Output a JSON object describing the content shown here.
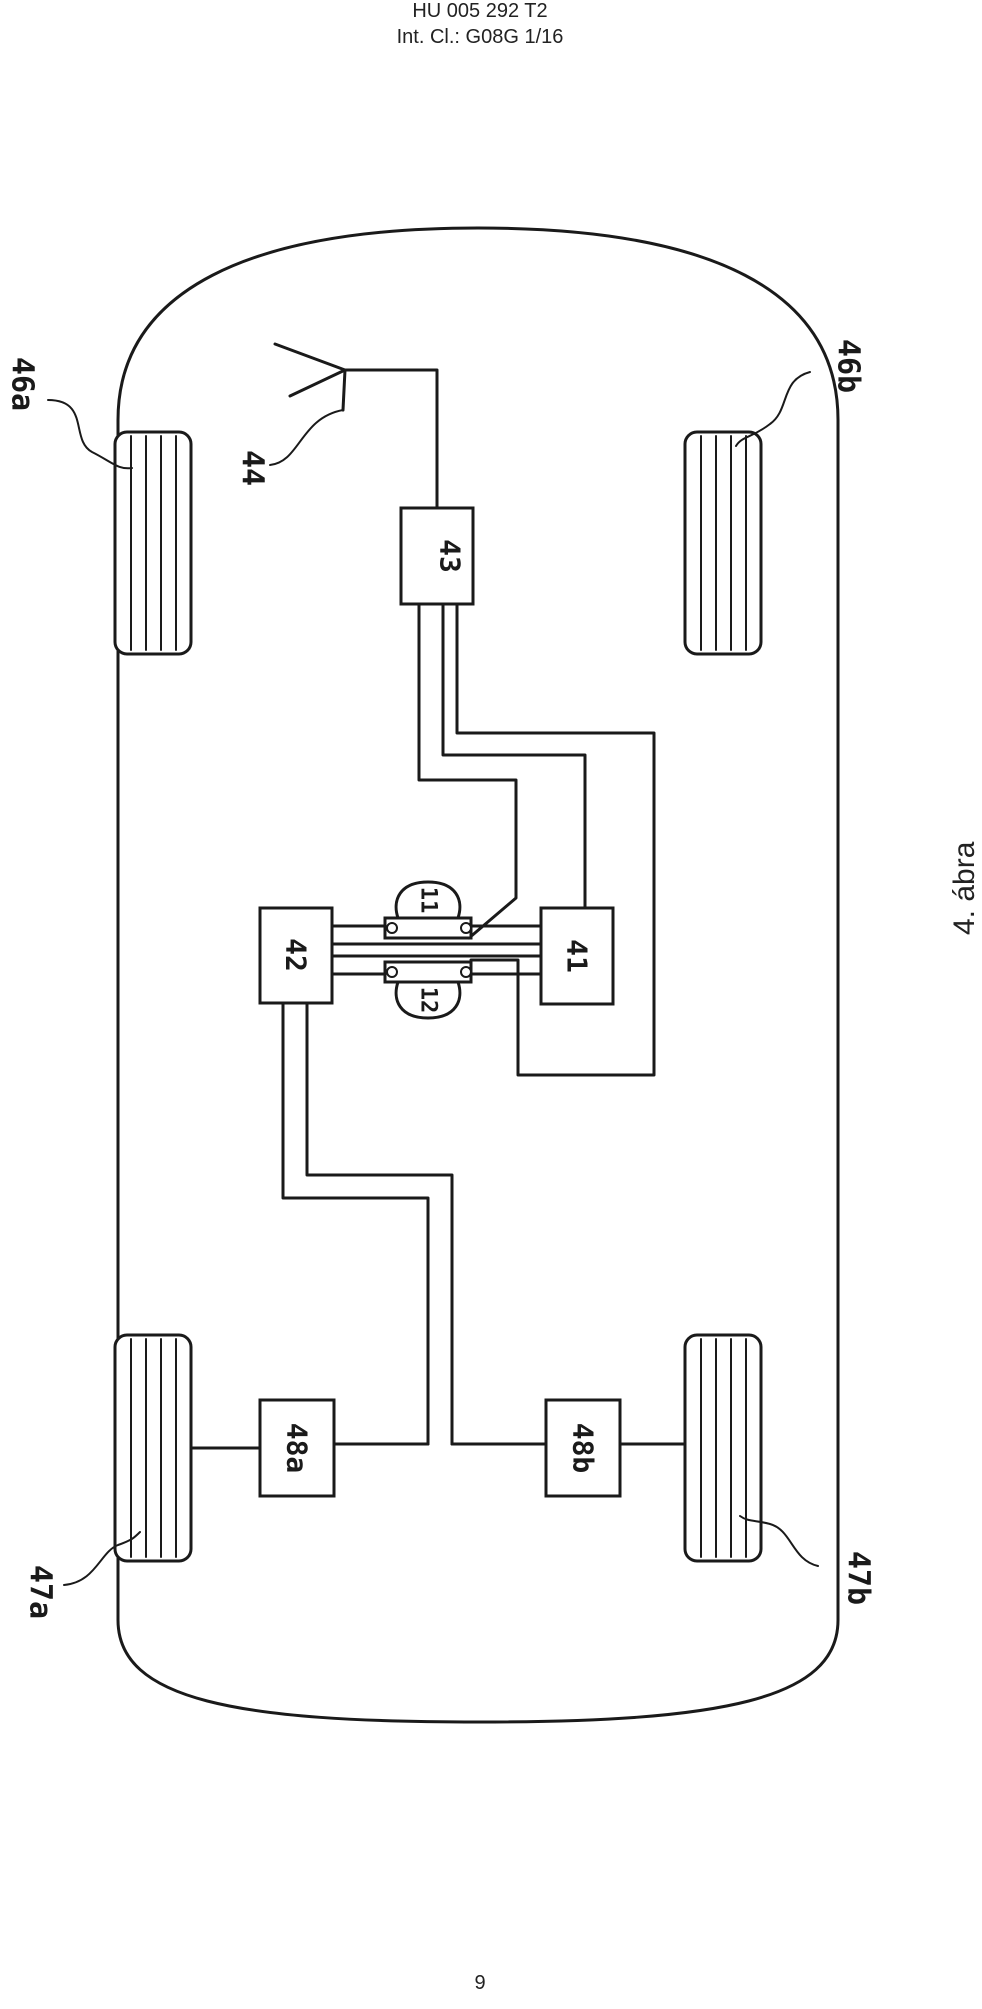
{
  "header": {
    "line1": "HU 005 292 T2",
    "line2": "Int. Cl.: G08G 1/16"
  },
  "figure": {
    "caption": "4. ábra",
    "labels": {
      "antenna": "44",
      "unit_43": "43",
      "unit_42": "42",
      "unit_41": "41",
      "sensor_11": "11",
      "sensor_12": "12",
      "actuator_48a": "48a",
      "actuator_48b": "48b",
      "wheel_46a": "46a",
      "wheel_46b": "46b",
      "wheel_47a": "47a",
      "wheel_47b": "47b"
    }
  },
  "page_number": "9"
}
